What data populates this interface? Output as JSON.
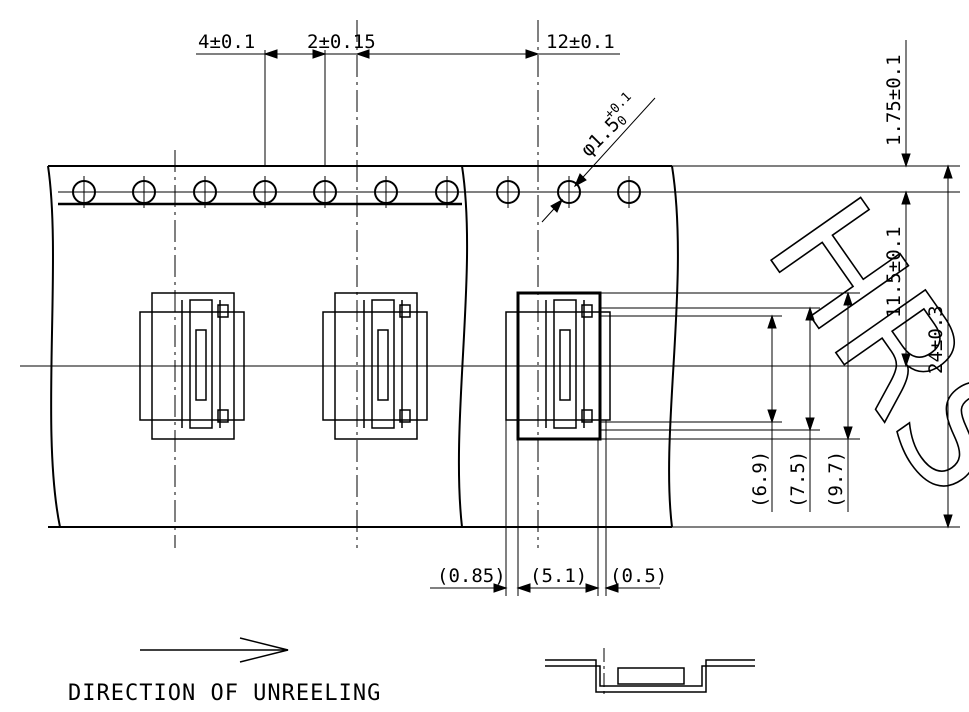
{
  "dimensions": {
    "pitch_hole": "4±0.1",
    "hole_to_pocket": "2±0.15",
    "pocket_pitch": "12±0.1",
    "hole_diameter_main": "φ1.5",
    "hole_diameter_tol_upper": "+0.1",
    "hole_diameter_tol_lower": "0",
    "edge_to_hole": "1.75±0.1",
    "hole_to_center": "11.5±0.1",
    "tape_width": "24±0.3",
    "pocket_a": "(6.9)",
    "pocket_b": "(7.5)",
    "pocket_c": "(9.7)",
    "gap_left": "(0.85)",
    "pocket_width": "(5.1)",
    "gap_right": "(0.5)"
  },
  "labels": {
    "direction": "DIRECTION OF UNREELING",
    "watermark": "HRS"
  },
  "colors": {
    "ink": "#000000",
    "paper": "#ffffff"
  }
}
